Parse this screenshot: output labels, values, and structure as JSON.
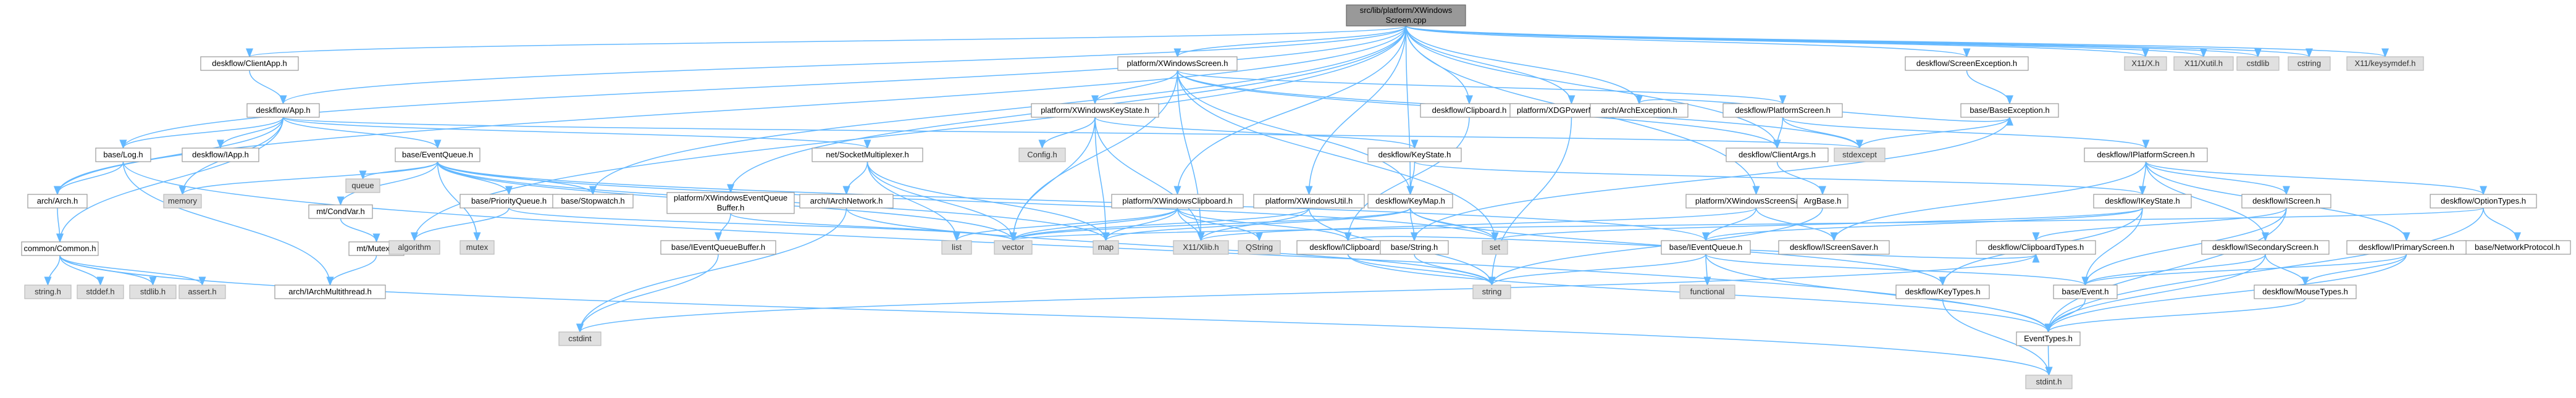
{
  "nodes": [
    {
      "id": "root",
      "label": "src/lib/platform/XWindows\nScreen.cpp",
      "kind": "root"
    },
    {
      "id": "cliapp",
      "label": "deskflow/ClientApp.h",
      "kind": "normal"
    },
    {
      "id": "xwscreen",
      "label": "platform/XWindowsScreen.h",
      "kind": "normal"
    },
    {
      "id": "clipboard",
      "label": "deskflow/Clipboard.h",
      "kind": "normal"
    },
    {
      "id": "xdgpower",
      "label": "platform/XDGPowerManager.h",
      "kind": "normal"
    },
    {
      "id": "archexc",
      "label": "arch/ArchException.h",
      "kind": "normal"
    },
    {
      "id": "scrnexc",
      "label": "deskflow/ScreenException.h",
      "kind": "normal"
    },
    {
      "id": "x11x",
      "label": "X11/X.h",
      "kind": "system"
    },
    {
      "id": "x11xutil",
      "label": "X11/Xutil.h",
      "kind": "system"
    },
    {
      "id": "cstdlib",
      "label": "cstdlib",
      "kind": "system"
    },
    {
      "id": "cstring",
      "label": "cstring",
      "kind": "system"
    },
    {
      "id": "x11keysym",
      "label": "X11/keysymdef.h",
      "kind": "system"
    },
    {
      "id": "app",
      "label": "deskflow/App.h",
      "kind": "normal"
    },
    {
      "id": "xwkeystate",
      "label": "platform/XWindowsKeyState.h",
      "kind": "normal"
    },
    {
      "id": "platscreen",
      "label": "deskflow/PlatformScreen.h",
      "kind": "normal"
    },
    {
      "id": "baseexc",
      "label": "base/BaseException.h",
      "kind": "normal"
    },
    {
      "id": "baselog",
      "label": "base/Log.h",
      "kind": "normal"
    },
    {
      "id": "iapp",
      "label": "deskflow/IApp.h",
      "kind": "normal"
    },
    {
      "id": "eventqueue",
      "label": "base/EventQueue.h",
      "kind": "normal"
    },
    {
      "id": "sockmux",
      "label": "net/SocketMultiplexer.h",
      "kind": "normal"
    },
    {
      "id": "config",
      "label": "Config.h",
      "kind": "system"
    },
    {
      "id": "clientargs",
      "label": "deskflow/ClientArgs.h",
      "kind": "normal"
    },
    {
      "id": "stdexcept",
      "label": "stdexcept",
      "kind": "system"
    },
    {
      "id": "iplatscreen",
      "label": "deskflow/IPlatformScreen.h",
      "kind": "normal"
    },
    {
      "id": "archarch",
      "label": "arch/Arch.h",
      "kind": "normal"
    },
    {
      "id": "memory",
      "label": "memory",
      "kind": "system"
    },
    {
      "id": "queue",
      "label": "queue",
      "kind": "system"
    },
    {
      "id": "condvar",
      "label": "mt/CondVar.h",
      "kind": "normal"
    },
    {
      "id": "prioq",
      "label": "base/PriorityQueue.h",
      "kind": "normal"
    },
    {
      "id": "stopwatch",
      "label": "base/Stopwatch.h",
      "kind": "normal"
    },
    {
      "id": "xweqbuf",
      "label": "platform/XWindowsEventQueue\nBuffer.h",
      "kind": "normal"
    },
    {
      "id": "iarchnet",
      "label": "arch/IArchNetwork.h",
      "kind": "normal"
    },
    {
      "id": "xwclip",
      "label": "platform/XWindowsClipboard.h",
      "kind": "normal"
    },
    {
      "id": "xwutil",
      "label": "platform/XWindowsUtil.h",
      "kind": "normal"
    },
    {
      "id": "keystate",
      "label": "deskflow/KeyState.h",
      "kind": "normal"
    },
    {
      "id": "keymap",
      "label": "deskflow/KeyMap.h",
      "kind": "normal"
    },
    {
      "id": "xwsaver",
      "label": "platform/XWindowsScreenSaver.h",
      "kind": "normal"
    },
    {
      "id": "argbase",
      "label": "ArgBase.h",
      "kind": "normal"
    },
    {
      "id": "ikeystate",
      "label": "deskflow/IKeyState.h",
      "kind": "normal"
    },
    {
      "id": "iscreen",
      "label": "deskflow/IScreen.h",
      "kind": "normal"
    },
    {
      "id": "opttypes",
      "label": "deskflow/OptionTypes.h",
      "kind": "normal"
    },
    {
      "id": "netproto",
      "label": "base/NetworkProtocol.h",
      "kind": "normal"
    },
    {
      "id": "common",
      "label": "common/Common.h",
      "kind": "normal"
    },
    {
      "id": "mutex_h",
      "label": "mt/Mutex.h",
      "kind": "normal"
    },
    {
      "id": "algorithm",
      "label": "algorithm",
      "kind": "system"
    },
    {
      "id": "mutex",
      "label": "mutex",
      "kind": "system"
    },
    {
      "id": "ieqbuf",
      "label": "base/IEventQueueBuffer.h",
      "kind": "normal"
    },
    {
      "id": "list",
      "label": "list",
      "kind": "system"
    },
    {
      "id": "vector",
      "label": "vector",
      "kind": "system"
    },
    {
      "id": "map",
      "label": "map",
      "kind": "system"
    },
    {
      "id": "x11xlib",
      "label": "X11/Xlib.h",
      "kind": "system"
    },
    {
      "id": "qstring",
      "label": "QString",
      "kind": "system"
    },
    {
      "id": "iclipboard",
      "label": "deskflow/IClipboard.h",
      "kind": "normal"
    },
    {
      "id": "basestring",
      "label": "base/String.h",
      "kind": "normal"
    },
    {
      "id": "set",
      "label": "set",
      "kind": "system"
    },
    {
      "id": "ieventqueue",
      "label": "base/IEventQueue.h",
      "kind": "normal"
    },
    {
      "id": "iscrsaver",
      "label": "deskflow/IScreenSaver.h",
      "kind": "normal"
    },
    {
      "id": "cliptypes",
      "label": "deskflow/ClipboardTypes.h",
      "kind": "normal"
    },
    {
      "id": "isecscreen",
      "label": "deskflow/ISecondaryScreen.h",
      "kind": "normal"
    },
    {
      "id": "iprimscreen",
      "label": "deskflow/IPrimaryScreen.h",
      "kind": "normal"
    },
    {
      "id": "stringh",
      "label": "string.h",
      "kind": "system"
    },
    {
      "id": "stddefh",
      "label": "stddef.h",
      "kind": "system"
    },
    {
      "id": "stdlibh",
      "label": "stdlib.h",
      "kind": "system"
    },
    {
      "id": "assert",
      "label": "assert.h",
      "kind": "system"
    },
    {
      "id": "iarchmt",
      "label": "arch/IArchMultithread.h",
      "kind": "normal"
    },
    {
      "id": "functional",
      "label": "functional",
      "kind": "system"
    },
    {
      "id": "string",
      "label": "string",
      "kind": "system"
    },
    {
      "id": "keytypes",
      "label": "deskflow/KeyTypes.h",
      "kind": "normal"
    },
    {
      "id": "baseevent",
      "label": "base/Event.h",
      "kind": "normal"
    },
    {
      "id": "mousetypes",
      "label": "deskflow/MouseTypes.h",
      "kind": "normal"
    },
    {
      "id": "cstdint",
      "label": "cstdint",
      "kind": "system"
    },
    {
      "id": "eventtypes",
      "label": "EventTypes.h",
      "kind": "normal"
    },
    {
      "id": "stdinth",
      "label": "stdint.h",
      "kind": "system"
    }
  ],
  "edges": [
    [
      "root",
      "cliapp"
    ],
    [
      "root",
      "xwscreen"
    ],
    [
      "root",
      "clipboard"
    ],
    [
      "root",
      "xdgpower"
    ],
    [
      "root",
      "archexc"
    ],
    [
      "root",
      "scrnexc"
    ],
    [
      "root",
      "x11x"
    ],
    [
      "root",
      "x11xutil"
    ],
    [
      "root",
      "cstdlib"
    ],
    [
      "root",
      "cstring"
    ],
    [
      "root",
      "x11keysym"
    ],
    [
      "root",
      "app"
    ],
    [
      "root",
      "baselog"
    ],
    [
      "root",
      "archarch"
    ],
    [
      "root",
      "stopwatch"
    ],
    [
      "root",
      "xweqbuf"
    ],
    [
      "root",
      "xwclip"
    ],
    [
      "root",
      "xwutil"
    ],
    [
      "root",
      "keymap"
    ],
    [
      "root",
      "xwsaver"
    ],
    [
      "root",
      "clientargs"
    ],
    [
      "root",
      "algorithm"
    ],
    [
      "cliapp",
      "app"
    ],
    [
      "xwscreen",
      "xwkeystate"
    ],
    [
      "xwscreen",
      "platscreen"
    ],
    [
      "xwscreen",
      "clientargs"
    ],
    [
      "xwscreen",
      "vector"
    ],
    [
      "xwscreen",
      "set"
    ],
    [
      "xwscreen",
      "stdexcept"
    ],
    [
      "xwscreen",
      "x11xlib"
    ],
    [
      "xwscreen",
      "keymap"
    ],
    [
      "clipboard",
      "iclipboard"
    ],
    [
      "xdgpower",
      "string"
    ],
    [
      "archexc",
      "baseexc"
    ],
    [
      "scrnexc",
      "baseexc"
    ],
    [
      "app",
      "baselog"
    ],
    [
      "app",
      "iapp"
    ],
    [
      "app",
      "eventqueue"
    ],
    [
      "app",
      "sockmux"
    ],
    [
      "app",
      "memory"
    ],
    [
      "app",
      "stdexcept"
    ],
    [
      "app",
      "common"
    ],
    [
      "app",
      "archarch"
    ],
    [
      "xwkeystate",
      "config"
    ],
    [
      "xwkeystate",
      "keystate"
    ],
    [
      "xwkeystate",
      "x11xlib"
    ],
    [
      "xwkeystate",
      "map"
    ],
    [
      "xwkeystate",
      "vector"
    ],
    [
      "platscreen",
      "iplatscreen"
    ],
    [
      "platscreen",
      "clientargs"
    ],
    [
      "platscreen",
      "stdexcept"
    ],
    [
      "baseexc",
      "stdexcept"
    ],
    [
      "baseexc",
      "basestring"
    ],
    [
      "baselog",
      "archarch"
    ],
    [
      "baselog",
      "iarchmt"
    ],
    [
      "baselog",
      "eventtypes"
    ],
    [
      "eventqueue",
      "memory"
    ],
    [
      "eventqueue",
      "queue"
    ],
    [
      "eventqueue",
      "condvar"
    ],
    [
      "eventqueue",
      "prioq"
    ],
    [
      "eventqueue",
      "stopwatch"
    ],
    [
      "eventqueue",
      "ieventqueue"
    ],
    [
      "eventqueue",
      "mutex"
    ],
    [
      "eventqueue",
      "set"
    ],
    [
      "eventqueue",
      "map"
    ],
    [
      "eventqueue",
      "vector"
    ],
    [
      "sockmux",
      "iarchnet"
    ],
    [
      "sockmux",
      "list"
    ],
    [
      "sockmux",
      "map"
    ],
    [
      "sockmux",
      "vector"
    ],
    [
      "clientargs",
      "argbase"
    ],
    [
      "iplatscreen",
      "ikeystate"
    ],
    [
      "iplatscreen",
      "iscreen"
    ],
    [
      "iplatscreen",
      "isecscreen"
    ],
    [
      "iplatscreen",
      "iprimscreen"
    ],
    [
      "iplatscreen",
      "opttypes"
    ],
    [
      "iplatscreen",
      "iscrsaver"
    ],
    [
      "archarch",
      "common"
    ],
    [
      "condvar",
      "mutex_h"
    ],
    [
      "mutex_h",
      "iarchmt"
    ],
    [
      "prioq",
      "algorithm"
    ],
    [
      "prioq",
      "vector"
    ],
    [
      "xweqbuf",
      "ieqbuf"
    ],
    [
      "xweqbuf",
      "vector"
    ],
    [
      "iarchnet",
      "cstdint"
    ],
    [
      "iarchnet",
      "string"
    ],
    [
      "xwclip",
      "iclipboard"
    ],
    [
      "xwclip",
      "x11xlib"
    ],
    [
      "xwclip",
      "map"
    ],
    [
      "xwclip",
      "list"
    ],
    [
      "xwclip",
      "vector"
    ],
    [
      "xwclip",
      "qstring"
    ],
    [
      "xwutil",
      "string"
    ],
    [
      "xwutil",
      "x11xlib"
    ],
    [
      "xwutil",
      "vector"
    ],
    [
      "keystate",
      "ikeystate"
    ],
    [
      "keystate",
      "keymap"
    ],
    [
      "keymap",
      "map"
    ],
    [
      "keymap",
      "set"
    ],
    [
      "keymap",
      "basestring"
    ],
    [
      "keymap",
      "vector"
    ],
    [
      "keymap",
      "keytypes"
    ],
    [
      "xwsaver",
      "ieventqueue"
    ],
    [
      "xwsaver",
      "iscrsaver"
    ],
    [
      "xwsaver",
      "x11xlib"
    ],
    [
      "argbase",
      "string"
    ],
    [
      "ikeystate",
      "ieventqueue"
    ],
    [
      "ikeystate",
      "keytypes"
    ],
    [
      "ikeystate",
      "baseevent"
    ],
    [
      "ikeystate",
      "set"
    ],
    [
      "iscreen",
      "cliptypes"
    ],
    [
      "iscreen",
      "baseevent"
    ],
    [
      "iscreen",
      "eventtypes"
    ],
    [
      "opttypes",
      "netproto"
    ],
    [
      "opttypes",
      "eventtypes"
    ],
    [
      "opttypes",
      "vector"
    ],
    [
      "common",
      "stringh"
    ],
    [
      "common",
      "stddefh"
    ],
    [
      "common",
      "stdlibh"
    ],
    [
      "common",
      "assert"
    ],
    [
      "common",
      "stdinth"
    ],
    [
      "ieqbuf",
      "cstdint"
    ],
    [
      "iclipboard",
      "cliptypes"
    ],
    [
      "iclipboard",
      "string"
    ],
    [
      "iclipboard",
      "eventtypes"
    ],
    [
      "basestring",
      "string"
    ],
    [
      "ieventqueue",
      "functional"
    ],
    [
      "ieventqueue",
      "string"
    ],
    [
      "ieventqueue",
      "eventtypes"
    ],
    [
      "ieventqueue",
      "baseevent"
    ],
    [
      "cliptypes",
      "cstdint"
    ],
    [
      "isecscreen",
      "baseevent"
    ],
    [
      "isecscreen",
      "eventtypes"
    ],
    [
      "isecscreen",
      "mousetypes"
    ],
    [
      "iprimscreen",
      "eventtypes"
    ],
    [
      "iprimscreen",
      "mousetypes"
    ],
    [
      "iprimscreen",
      "baseevent"
    ],
    [
      "keytypes",
      "stdinth"
    ],
    [
      "baseevent",
      "eventtypes"
    ],
    [
      "mousetypes",
      "eventtypes"
    ],
    [
      "eventtypes",
      "stdinth"
    ]
  ]
}
